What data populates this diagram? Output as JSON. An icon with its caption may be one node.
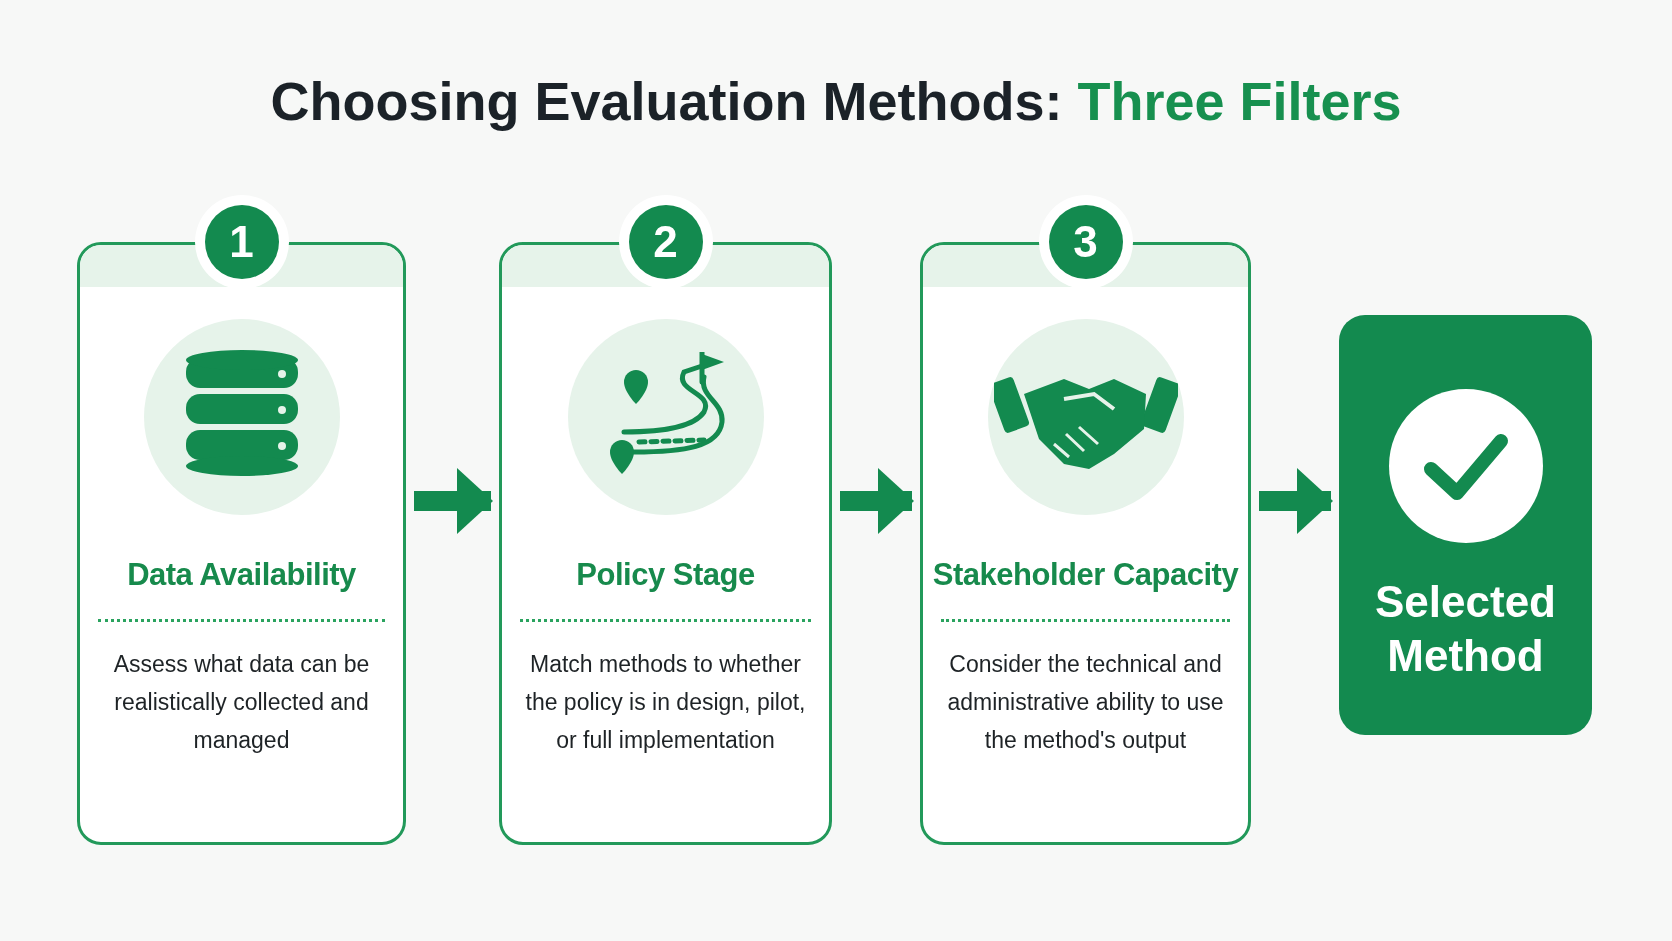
{
  "diagram": {
    "title": "Choosing Evaluation Methods: **Three Filters**",
    "nodes": [
      {
        "text": [
          "1",
          "Data Availability",
          "Assess what data can be realistically collected and managed"
        ]
      },
      {
        "text": [
          "2",
          "Policy Stage",
          "Match methods to whether the policy is in design, pilot, or full implementation"
        ]
      },
      {
        "text": [
          "3",
          "Stakeholder Capacity",
          "Consider the technical and administrative ability to use the method's output"
        ]
      },
      {
        "text": [
          "Selected Method"
        ]
      }
    ],
    "edges": [
      {
        "from": 0,
        "to": 1,
        "arrow": "to"
      },
      {
        "from": 1,
        "to": 2,
        "arrow": "to"
      },
      {
        "from": 2,
        "to": 3,
        "arrow": "to"
      }
    ]
  }
}
